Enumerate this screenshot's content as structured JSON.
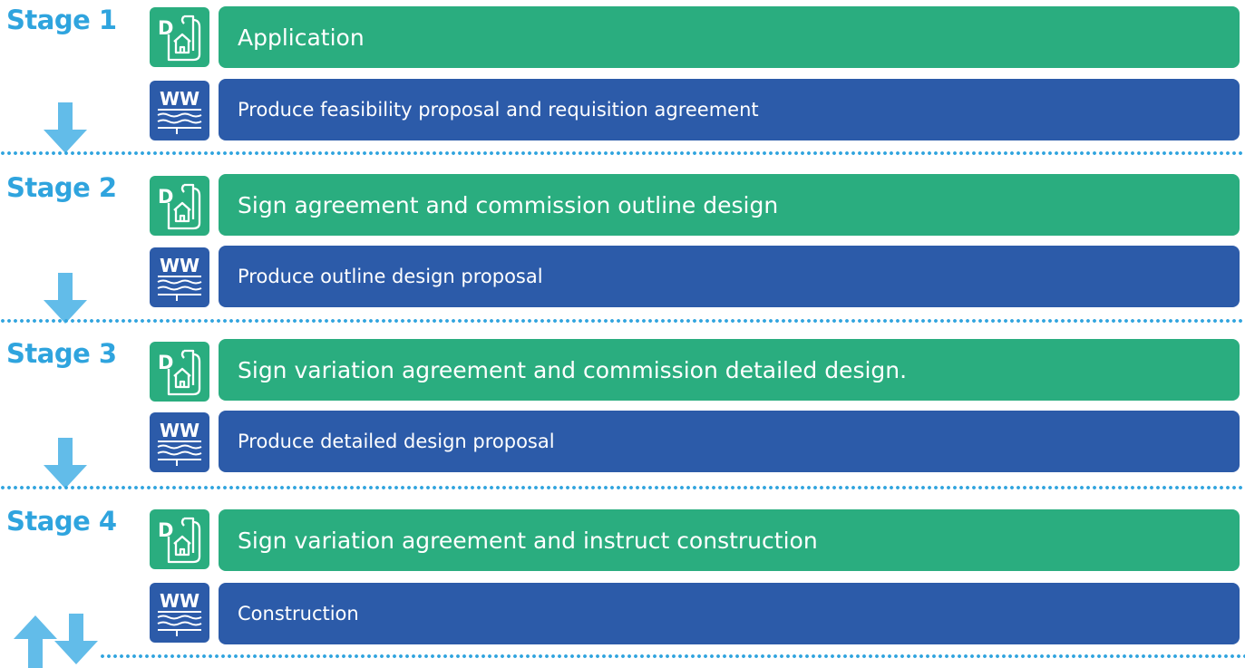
{
  "colors": {
    "client_green": "#2aad7f",
    "utility_blue": "#2c5ba9",
    "stage_title": "#2fa4de",
    "divider": "#2fa4de"
  },
  "icons": {
    "developer": {
      "name": "developer-plan-icon",
      "letter": "D"
    },
    "utility": {
      "name": "water-utility-icon",
      "letters": "WW"
    }
  },
  "stages": [
    {
      "title": "Stage 1",
      "developer_step": "Application",
      "utility_step": "Produce  feasibility proposal and requisition agreement"
    },
    {
      "title": "Stage 2",
      "developer_step": "Sign agreement and commission outline design",
      "utility_step": "Produce outline design proposal"
    },
    {
      "title": "Stage 3",
      "developer_step": "Sign variation agreement and commission detailed design.",
      "utility_step": "Produce detailed design proposal"
    },
    {
      "title": "Stage 4",
      "developer_step": "Sign variation agreement and instruct construction",
      "utility_step": "Construction"
    }
  ]
}
